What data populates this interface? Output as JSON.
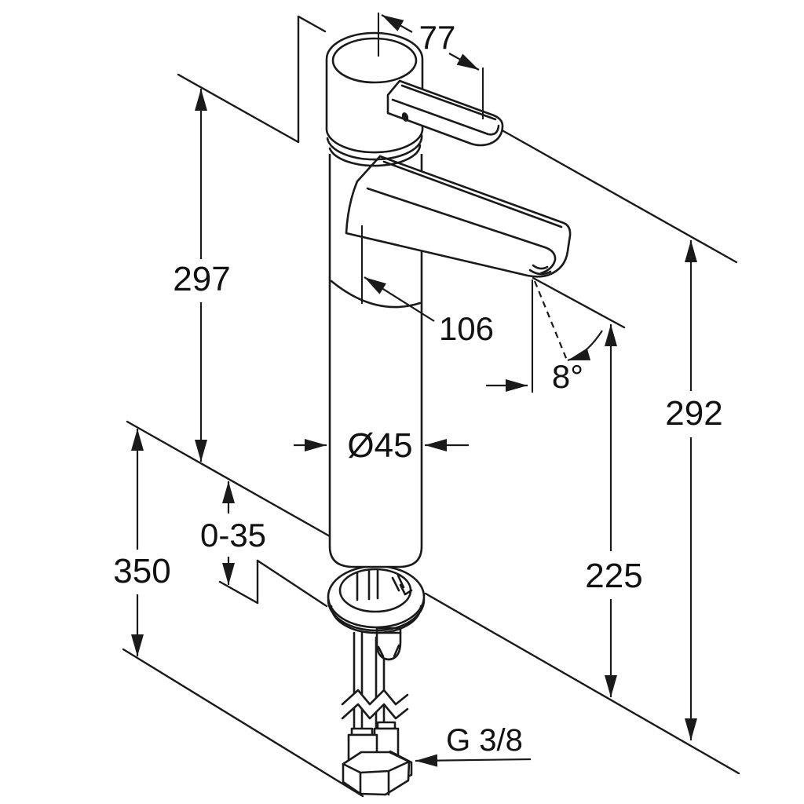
{
  "meta": {
    "title": "Faucet installation dimension drawing",
    "background_color": "#ffffff",
    "line_color": "#1a1a1a",
    "drawing_type": "tall single-lever basin mixer, side isometric view with dimensions"
  },
  "dimensions": {
    "handle_length": {
      "value": "77",
      "meaning": "handle projection"
    },
    "total_height": {
      "value": "297",
      "meaning": "height from mounting surface to top of body"
    },
    "spout_reach": {
      "value": "106",
      "meaning": "spout reach from body axis to outlet"
    },
    "spout_angle": {
      "value": "8°",
      "meaning": "outlet stream angle from vertical"
    },
    "height_to_top": {
      "value": "292",
      "meaning": "upper reference height right side"
    },
    "body_diameter": {
      "value": "Ø45",
      "meaning": "body column diameter"
    },
    "deck_thickness": {
      "value": "0-35",
      "meaning": "clamping range of mounting deck"
    },
    "clearance_below": {
      "value": "350",
      "meaning": "length below mounting surface"
    },
    "spout_height": {
      "value": "225",
      "meaning": "outlet height above mounting surface"
    },
    "connection_thread": {
      "value": "G 3/8",
      "meaning": "supply hose connection thread"
    }
  }
}
